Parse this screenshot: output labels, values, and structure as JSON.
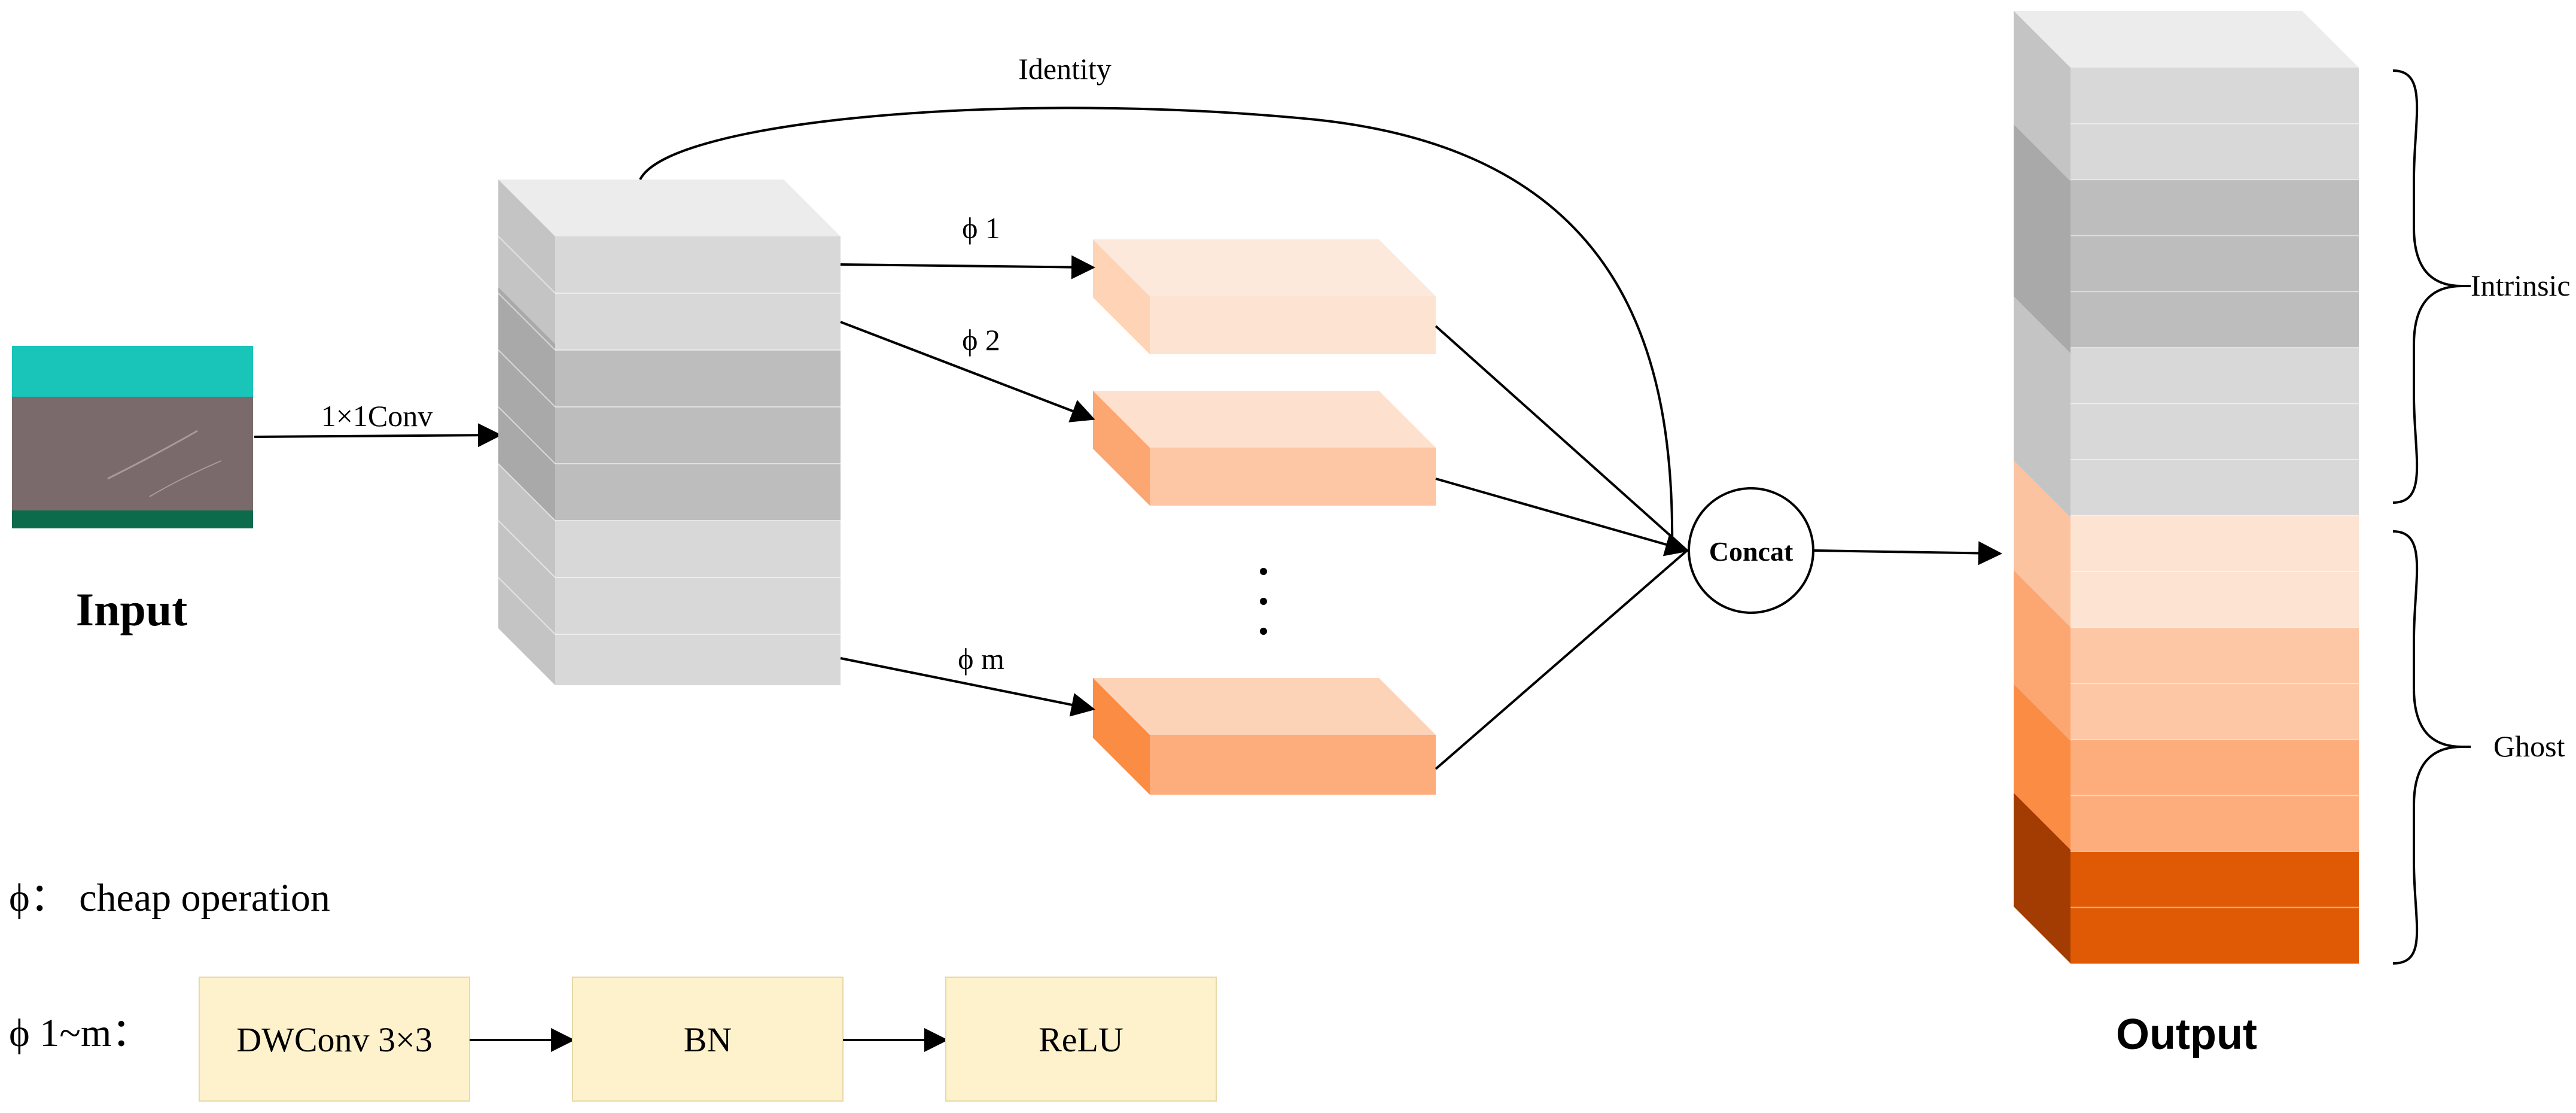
{
  "labels": {
    "input": "Input",
    "conv": "1×1Conv",
    "identity": "Identity",
    "phi1": "ϕ 1",
    "phi2": "ϕ 2",
    "phim": "ϕ m",
    "ellipsis": "· · ·",
    "concat": "Concat",
    "output": "Output",
    "intrinsic": "Intrinsic",
    "ghost": "Ghost"
  },
  "legend": {
    "cheap_label": "ϕ： cheap operation",
    "range_label": "ϕ 1~m：",
    "steps": [
      "DWConv 3×3",
      "BN",
      "ReLU"
    ]
  },
  "colors": {
    "input_top": "#19c4b8",
    "input_middle": "#7a6a6c",
    "input_bottom": "#0c6b4a",
    "gray_light": "#d8d8d8",
    "gray_mid": "#bdbdbd",
    "gray_top": "#ececec",
    "orange_1": "#fde3d2",
    "orange_2": "#fdc6a4",
    "orange_3": "#fdac7c",
    "orange_4": "#e05a05",
    "legend_box": "#fef2cd"
  },
  "output_layers": [
    "gray_light",
    "gray_light",
    "gray_mid",
    "gray_mid",
    "gray_mid",
    "gray_light",
    "gray_light",
    "gray_light",
    "orange_1",
    "orange_1",
    "orange_2",
    "orange_2",
    "orange_3",
    "orange_3",
    "orange_4",
    "orange_4"
  ]
}
